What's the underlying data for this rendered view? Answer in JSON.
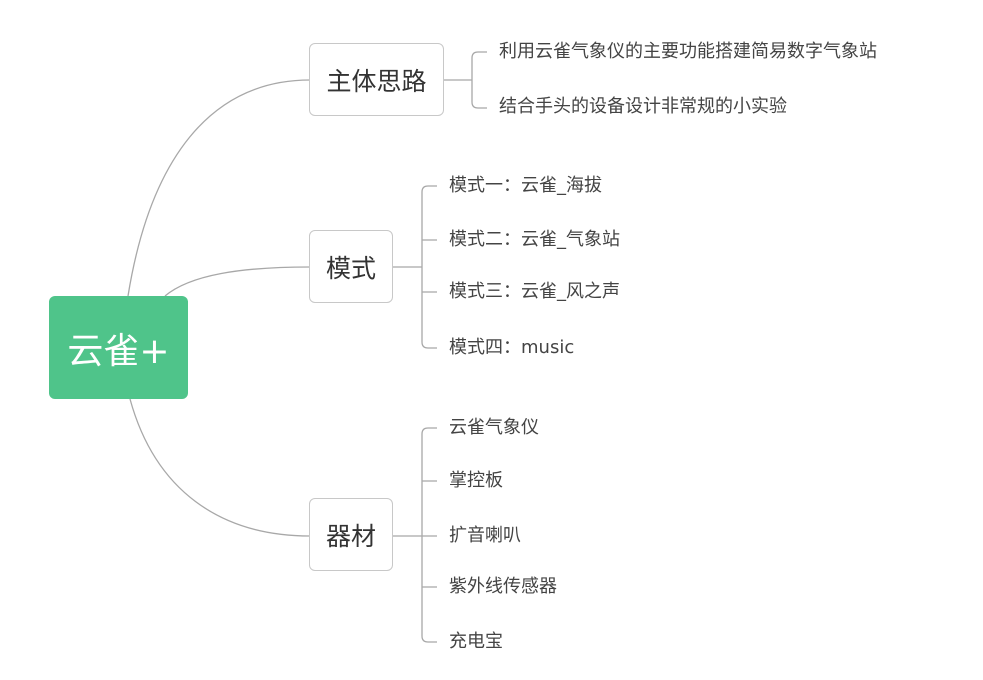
{
  "root": {
    "label": "云雀+"
  },
  "branches": [
    {
      "label": "主体思路",
      "children": [
        "利用云雀气象仪的主要功能搭建简易数字气象站",
        "结合手头的设备设计非常规的小实验"
      ]
    },
    {
      "label": "模式",
      "children": [
        "模式一：云雀_海拔",
        "模式二：云雀_气象站",
        "模式三：云雀_风之声",
        "模式四：music"
      ]
    },
    {
      "label": "器材",
      "children": [
        "云雀气象仪",
        "掌控板",
        "扩音喇叭",
        "紫外线传感器",
        "充电宝"
      ]
    }
  ],
  "colors": {
    "root_fill": "#4fc48a",
    "root_text": "#ffffff",
    "branch_border": "#c8c8c8",
    "connector": "#a8a8a8",
    "text": "#333333"
  }
}
